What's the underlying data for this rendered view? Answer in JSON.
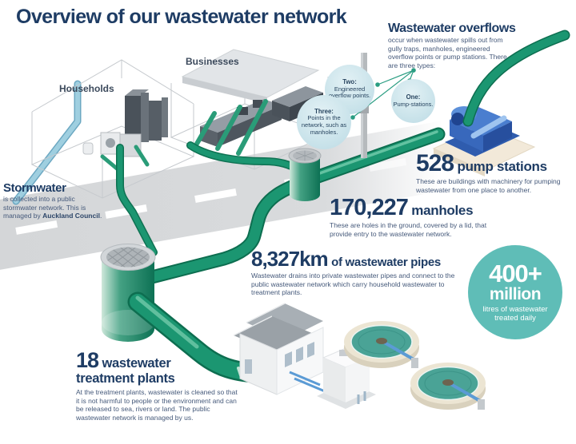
{
  "title": "Overview of our wastewater network",
  "colors": {
    "navy": "#1e3c64",
    "pipe_green": "#1b9671",
    "badge_teal": "#5fbdb7",
    "bubble_blue": "#cbe4eb",
    "road_gray": "#d7d9db",
    "stormwater_blue": "#8fc3d8",
    "pump_blue": "#3868bc"
  },
  "labels": {
    "households": "Households",
    "businesses": "Businesses"
  },
  "stormwater": {
    "heading": "Stormwater",
    "body_prefix": "is collected into a public stormwater network. This is managed by ",
    "body_bold": "Auckland Council",
    "body_suffix": "."
  },
  "overflows": {
    "heading": "Wastewater overflows",
    "body": "occur when wastewater spills out from gully traps, manholes, engineered overflow points or pump stations. There are three types:",
    "types": {
      "one": {
        "label": "One:",
        "text": "Pump-stations."
      },
      "two": {
        "label": "Two:",
        "text": "Engineered overflow points."
      },
      "three": {
        "label": "Three:",
        "text": "Points in the network, such as manholes."
      }
    }
  },
  "stats": {
    "pump_stations": {
      "value": "528",
      "label": "pump stations",
      "body": "These are buildings with machinery for pumping wastewater from one place to another."
    },
    "manholes": {
      "value": "170,227",
      "label": "manholes",
      "body": "These are holes in the ground, covered by a lid, that provide entry to the wastewater network."
    },
    "pipes": {
      "value": "8,327km",
      "label": "of wastewater pipes",
      "body": "Wastewater drains into private wastewater pipes and connect to the public wastewater network which carry household wastewater to treatment plants."
    },
    "treatment_plants": {
      "value": "18",
      "label": "wastewater treatment plants",
      "body": "At the treatment plants, wastewater is cleaned so that it is not harmful to people or the environment and can be released to sea, rivers or land. The public wastewater network is managed by us."
    }
  },
  "badge": {
    "value": "400+",
    "unit": "million",
    "caption": "litres of wastewater treated daily"
  }
}
